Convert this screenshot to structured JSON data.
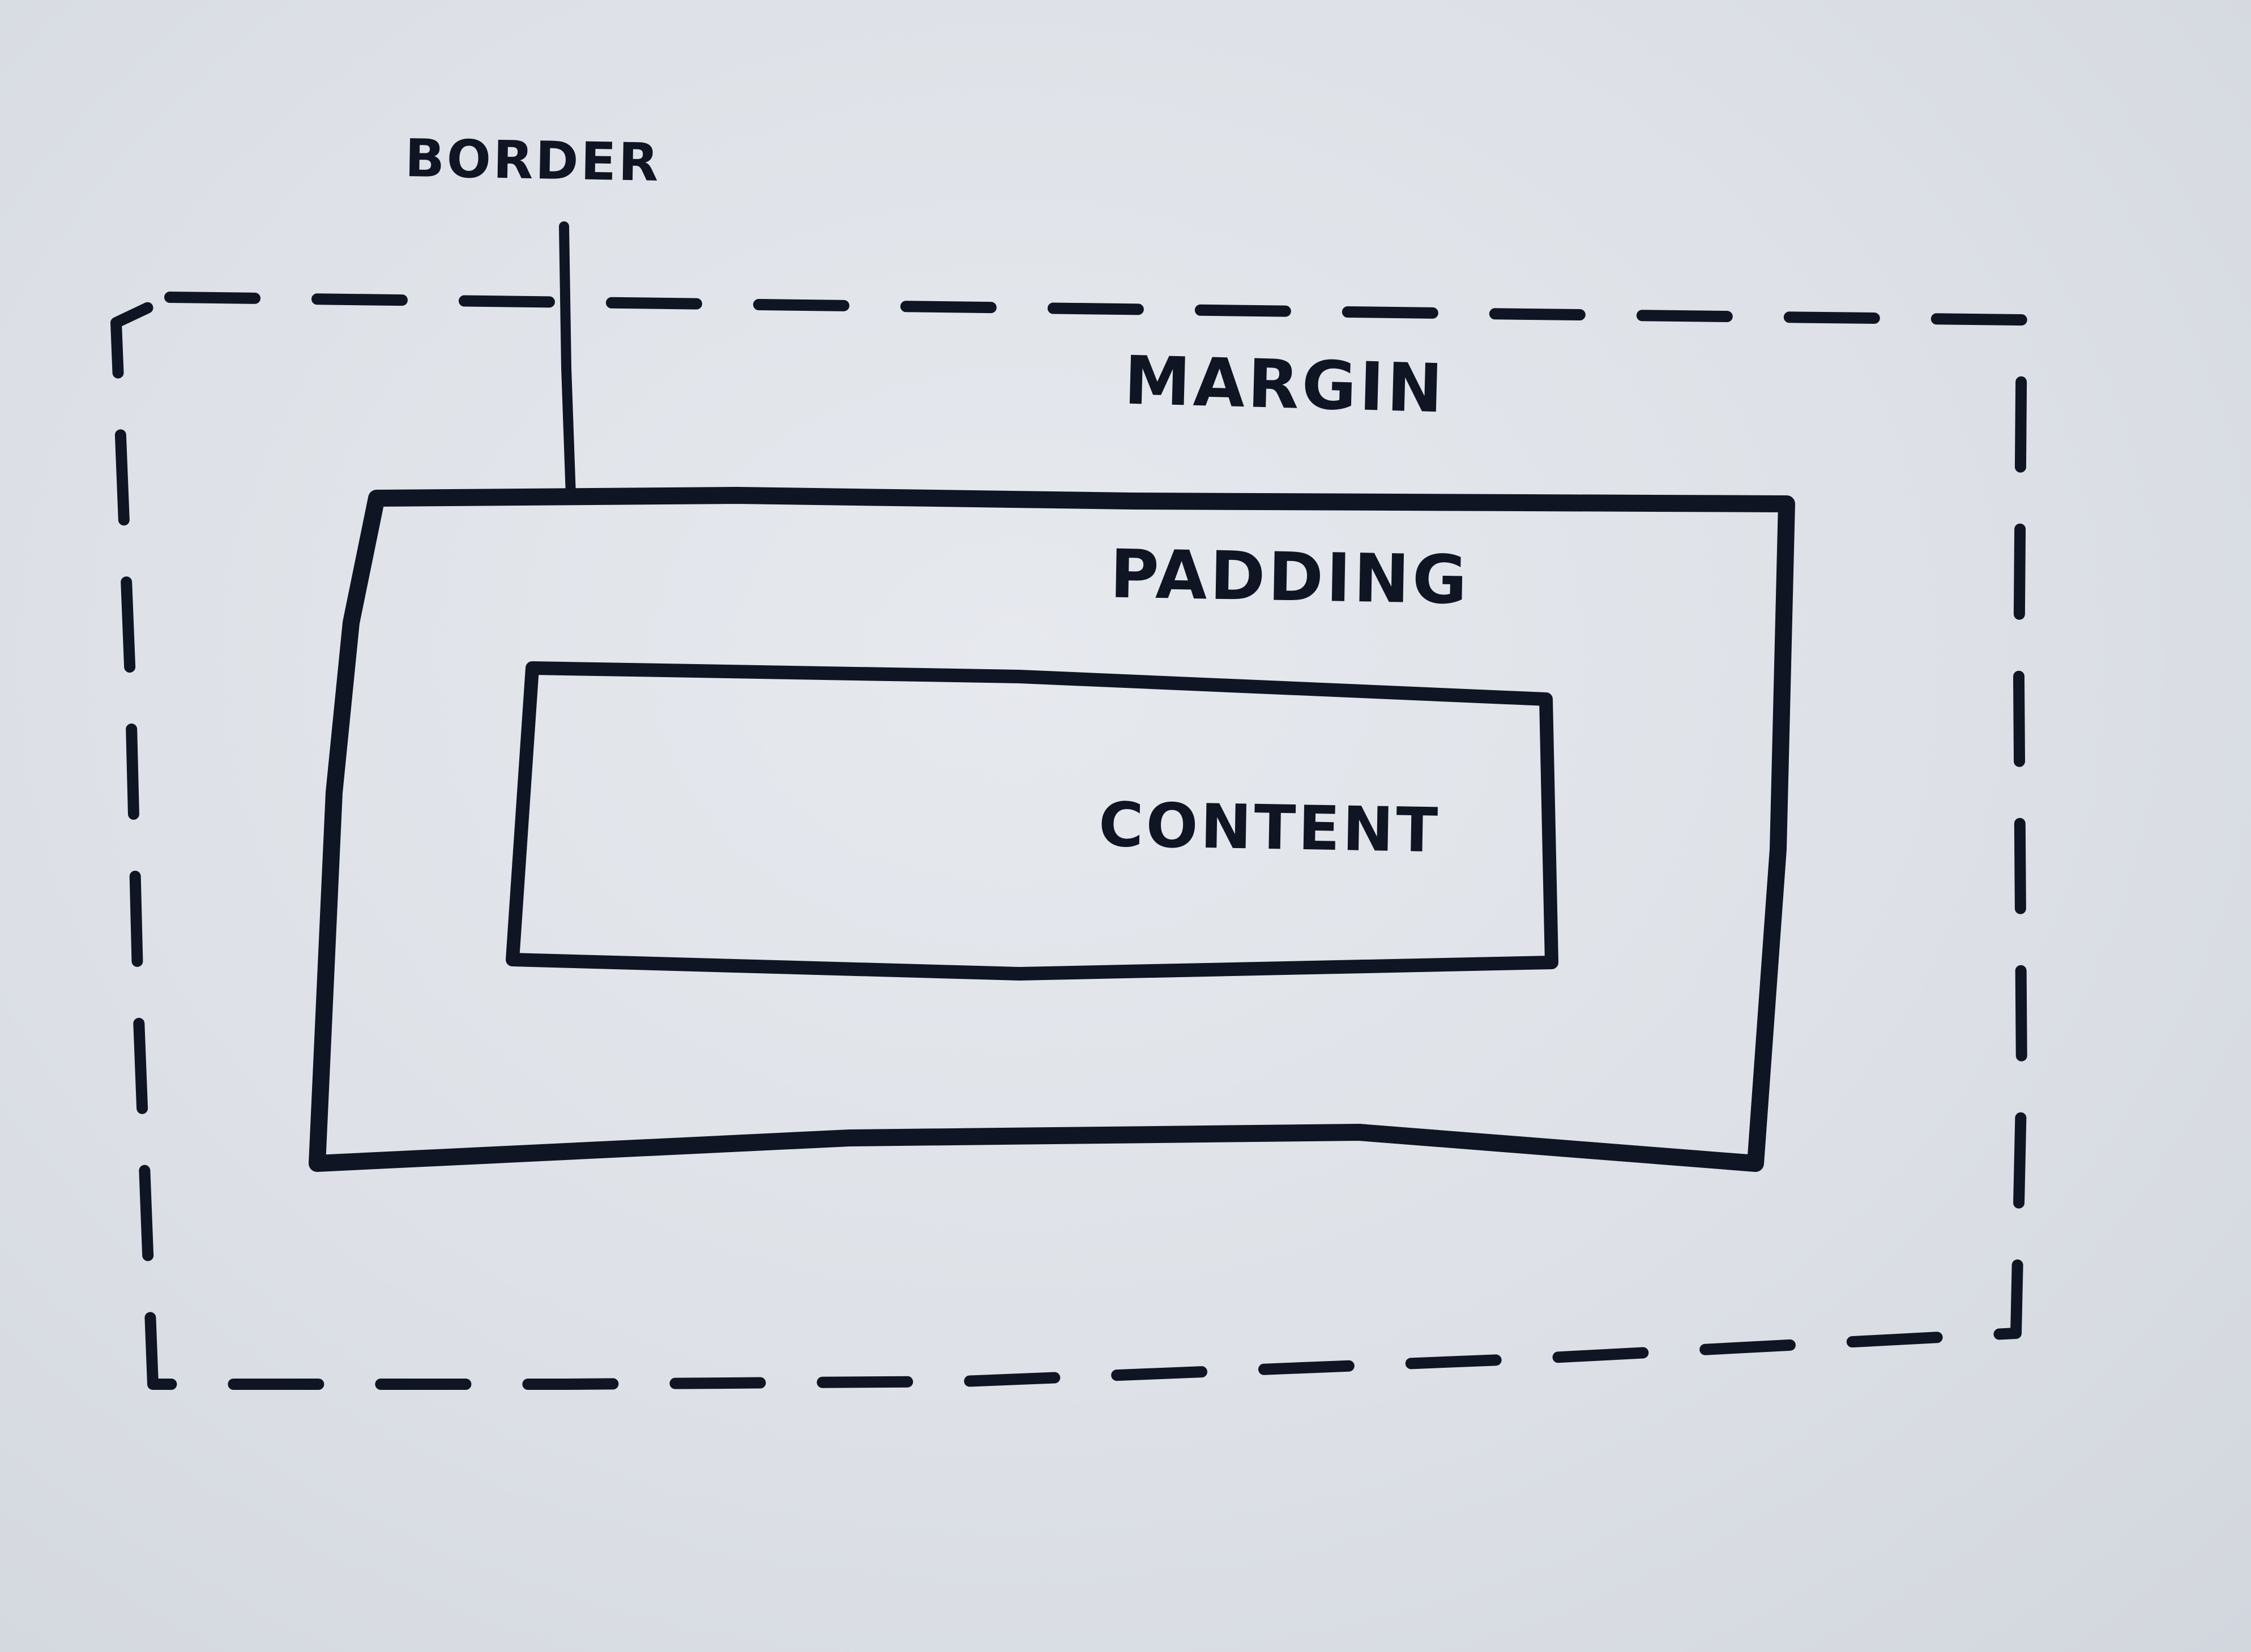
{
  "diagram": {
    "labels": {
      "border": "BORDER",
      "margin": "MARGIN",
      "padding": "PADDING",
      "content": "CONTENT"
    },
    "ink_color": "#101524",
    "paper_color": "#dde0e6"
  }
}
